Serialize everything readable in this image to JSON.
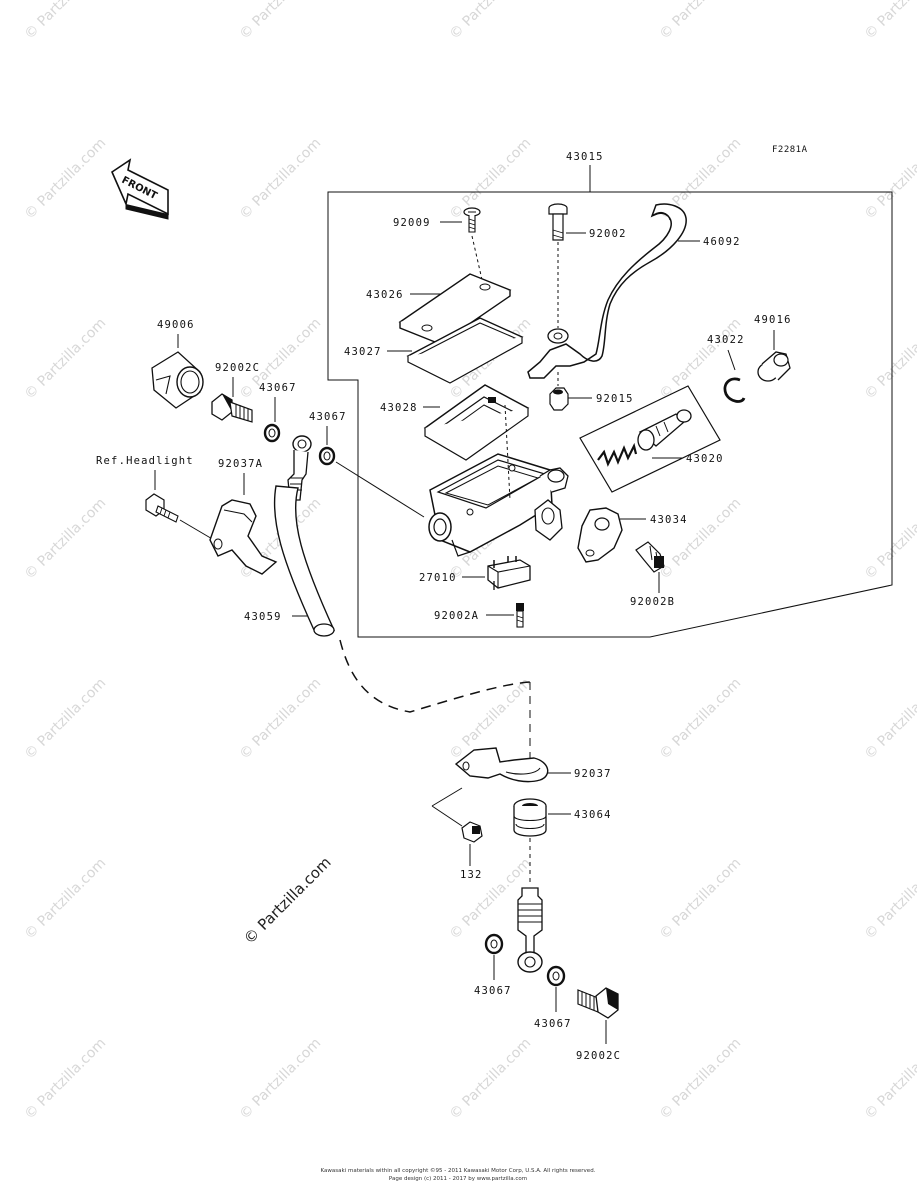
{
  "figure_code": "F2281A",
  "front_label": "FRONT",
  "ref_label": "Ref.Headlight",
  "watermark": "© Partzilla.com",
  "footer": {
    "line1": "Kawasaki materials within all copyright ©95 - 2011 Kawasaki Motor Corp, U.S.A. All rights reserved.",
    "line2": "Page design (c) 2011 - 2017 by www.partzilla.com"
  },
  "parts": {
    "p43015": "43015",
    "p92009": "92009",
    "p92002": "92002",
    "p46092": "46092",
    "p43026": "43026",
    "p43027": "43027",
    "p43028": "43028",
    "p92015": "92015",
    "p43022": "43022",
    "p49016": "49016",
    "p43020": "43020",
    "p43034": "43034",
    "p27010": "27010",
    "p92002b": "92002B",
    "p92002a": "92002A",
    "p49006": "49006",
    "p92002c_top": "92002C",
    "p43067_a": "43067",
    "p43067_b": "43067",
    "p92037a": "92037A",
    "p43059": "43059",
    "p92037": "92037",
    "p43064": "43064",
    "p132": "132",
    "p43067_c": "43067",
    "p43067_d": "43067",
    "p92002c_bot": "92002C"
  }
}
